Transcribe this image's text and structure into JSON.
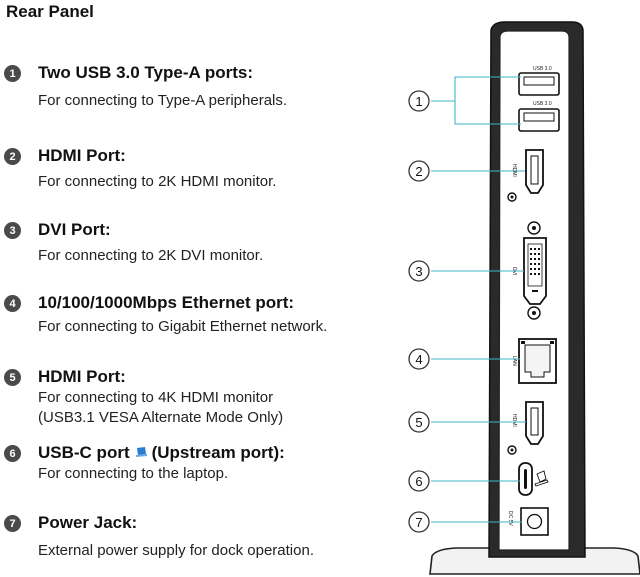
{
  "title": "Rear Panel",
  "items": [
    {
      "number": "1",
      "heading": "Two USB 3.0 Type-A ports:",
      "desc": [
        "For connecting to Type-A peripherals."
      ]
    },
    {
      "number": "2",
      "heading": "HDMI Port:",
      "desc": [
        "For connecting to 2K HDMI monitor."
      ]
    },
    {
      "number": "3",
      "heading": "DVI Port:",
      "desc": [
        "For connecting to 2K DVI monitor."
      ]
    },
    {
      "number": "4",
      "heading": "10/100/1000Mbps Ethernet port:",
      "desc": [
        "For connecting to Gigabit Ethernet network."
      ]
    },
    {
      "number": "5",
      "heading": "HDMI Port:",
      "desc": [
        "For connecting to 4K HDMI monitor",
        "(USB3.1 VESA Alternate Mode Only)"
      ]
    },
    {
      "number": "6",
      "heading_part1": "USB-C port",
      "heading_part2": "(Upstream port):",
      "desc": [
        "For connecting to the laptop."
      ]
    },
    {
      "number": "7",
      "heading": "Power Jack:",
      "desc": [
        "External power supply for dock operation."
      ]
    }
  ],
  "device_labels": {
    "usb_top": "USB 3.0",
    "usb_bottom": "USB 3.0",
    "hdmi_top": "HDMI",
    "dvi": "DVI",
    "lan": "LAN",
    "hdmi_bottom": "HDMI",
    "dc": "DC 5V"
  },
  "colors": {
    "callout_line": "#3fb6c8",
    "badge_fill": "#4a4a4a",
    "usbc_icon": "#2b7bd3"
  }
}
